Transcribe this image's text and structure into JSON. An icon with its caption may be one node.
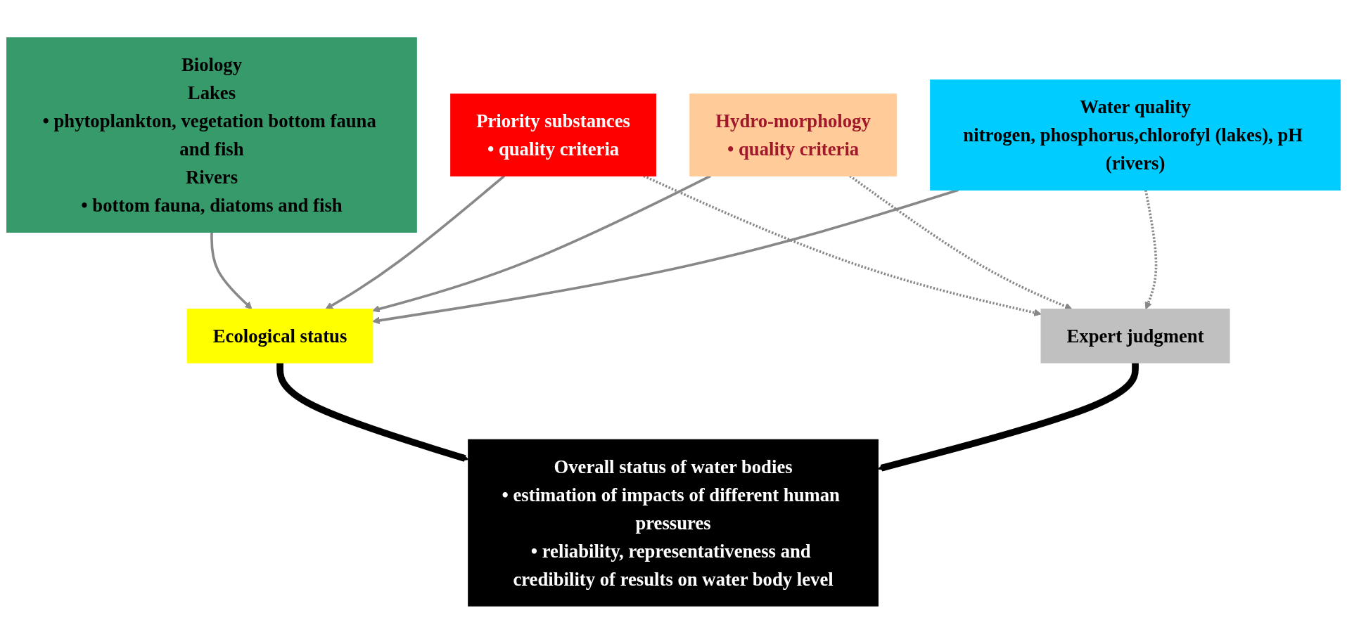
{
  "diagram": {
    "nodes": [
      {
        "text": [
          "Biology",
          "Lakes",
          "• phytoplankton, vegetation bottom fauna and fish",
          "Rivers",
          "• bottom fauna, diatoms and fish"
        ]
      },
      {
        "text": [
          "Priority substances",
          "• quality criteria"
        ]
      },
      {
        "text": [
          "Hydro-morphology",
          "• quality criteria"
        ]
      },
      {
        "text": [
          "Water quality",
          "nitrogen, phosphorus,chlorofyl (lakes), pH (rivers)"
        ]
      },
      {
        "text": [
          "Overall status of water bodies",
          "• estimation of impacts of different human pressures",
          "• reliability, representativeness and credibility of results on water body level"
        ]
      },
      {
        "text": [
          "Ecological status"
        ]
      },
      {
        "text": [
          "Expert judgment"
        ]
      }
    ],
    "edges": [
      {
        "from": 0,
        "to": 5,
        "arrow": "to"
      },
      {
        "from": 1,
        "to": 5,
        "arrow": "to"
      },
      {
        "from": 1,
        "to": 6,
        "arrow": "to",
        "style": "dashed"
      },
      {
        "from": 2,
        "to": 5,
        "arrow": "to"
      },
      {
        "from": 2,
        "to": 6,
        "arrow": "to",
        "style": "dashed"
      },
      {
        "from": 3,
        "to": 5,
        "arrow": "to"
      },
      {
        "from": 3,
        "to": 6,
        "arrow": "to",
        "style": "dashed"
      },
      {
        "from": 5,
        "to": 4,
        "arrow": "to",
        "style": "thick",
        "color": "#000000"
      },
      {
        "from": 6,
        "to": 4,
        "arrow": "to",
        "style": "thick",
        "color": "#000000"
      }
    ]
  }
}
